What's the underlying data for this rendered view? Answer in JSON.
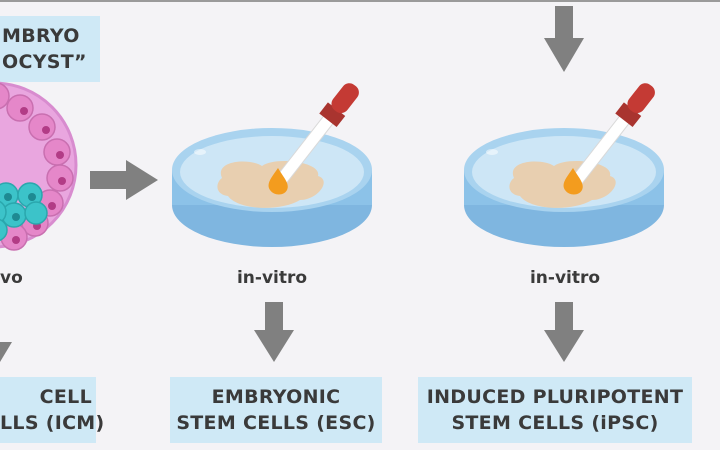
{
  "top_box": {
    "line1": "MBRYO",
    "line2": "OCYST”"
  },
  "labels": {
    "left": "vo",
    "middle": "in-vitro",
    "right": "in-vitro"
  },
  "bottom_boxes": {
    "left": {
      "line1": "CELL",
      "line2": "LLS (ICM)"
    },
    "middle": {
      "line1": "EMBRYONIC",
      "line2": "STEM CELLS (ESC)"
    },
    "right": {
      "line1": "INDUCED PLURIPOTENT",
      "line2": "STEM CELLS (iPSC)"
    }
  },
  "colors": {
    "box_fill": "#cfe9f6",
    "text": "#3a3a3a",
    "arrow": "#808080",
    "blastocyst_pink": "#e9a6df",
    "cell_magenta": "#c7619f",
    "icm_cyan": "#3cc3c9",
    "dish_blue": "#a9d3ef",
    "cell_mass_beige": "#e8cfb0",
    "dropper_red": "#c43a34",
    "droplet_orange": "#f39c1e"
  }
}
